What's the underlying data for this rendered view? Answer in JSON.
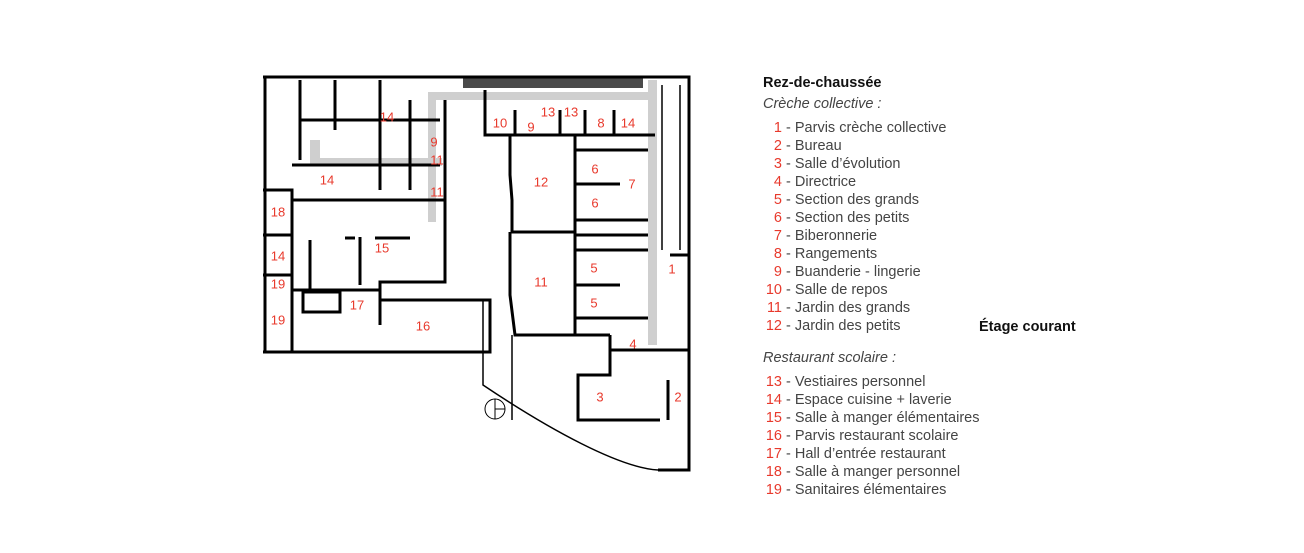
{
  "plan": {
    "rooms": [
      {
        "n": "1"
      },
      {
        "n": "2"
      },
      {
        "n": "3"
      },
      {
        "n": "4"
      },
      {
        "n": "5"
      },
      {
        "n": "5"
      },
      {
        "n": "6"
      },
      {
        "n": "6"
      },
      {
        "n": "7"
      },
      {
        "n": "8"
      },
      {
        "n": "9"
      },
      {
        "n": "9"
      },
      {
        "n": "10"
      },
      {
        "n": "11"
      },
      {
        "n": "11"
      },
      {
        "n": "11"
      },
      {
        "n": "12"
      },
      {
        "n": "13"
      },
      {
        "n": "13"
      },
      {
        "n": "14"
      },
      {
        "n": "14"
      },
      {
        "n": "14"
      },
      {
        "n": "14"
      },
      {
        "n": "15"
      },
      {
        "n": "16"
      },
      {
        "n": "17"
      },
      {
        "n": "18"
      },
      {
        "n": "19"
      },
      {
        "n": "19"
      }
    ],
    "label_color": "#e8392c"
  },
  "legend": {
    "title": "Rez-de-chaussée",
    "creche_heading": "Crèche collective :",
    "creche_items": [
      {
        "num": "1",
        "label": "- Parvis crèche collective"
      },
      {
        "num": "2",
        "label": "- Bureau"
      },
      {
        "num": "3",
        "label": "- Salle d’évolution"
      },
      {
        "num": "4",
        "label": "- Directrice"
      },
      {
        "num": "5",
        "label": "- Section des grands"
      },
      {
        "num": "6",
        "label": "- Section des petits"
      },
      {
        "num": "7",
        "label": "- Biberonnerie"
      },
      {
        "num": "8",
        "label": "- Rangements"
      },
      {
        "num": "9",
        "label": "- Buanderie - lingerie"
      },
      {
        "num": "10",
        "label": "- Salle de repos"
      },
      {
        "num": "11",
        "label": "- Jardin des grands"
      },
      {
        "num": "12",
        "label": "- Jardin des petits"
      }
    ],
    "restaurant_heading": "Restaurant scolaire :",
    "restaurant_items": [
      {
        "num": "13",
        "label": "- Vestiaires personnel"
      },
      {
        "num": "14",
        "label": "- Espace cuisine + laverie"
      },
      {
        "num": "15",
        "label": "- Salle à manger élémentaires"
      },
      {
        "num": "16",
        "label": "- Parvis restaurant scolaire"
      },
      {
        "num": "17",
        "label": "- Hall d’entrée restaurant"
      },
      {
        "num": "18",
        "label": "- Salle à manger personnel"
      },
      {
        "num": "19",
        "label": "- Sanitaires élémentaires"
      }
    ],
    "floor_button": "Étage courant"
  }
}
